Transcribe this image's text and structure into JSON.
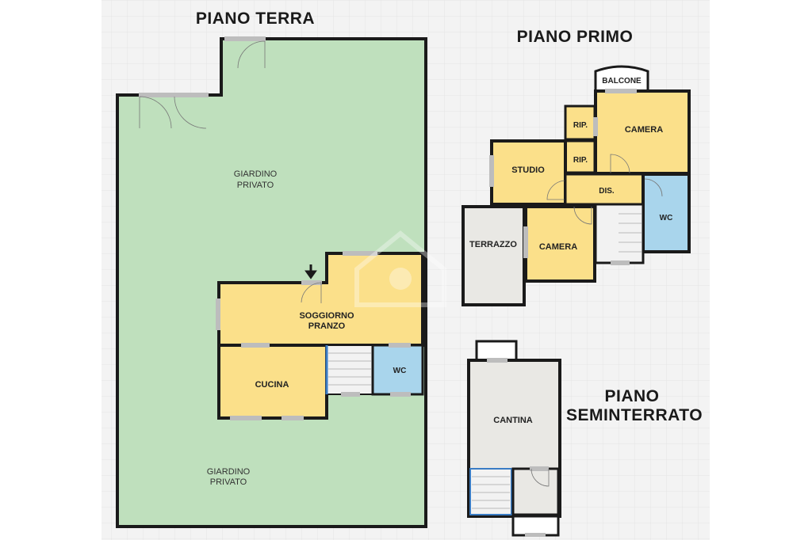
{
  "floors": {
    "ground": {
      "title": "PIANO TERRA"
    },
    "first": {
      "title": "PIANO PRIMO"
    },
    "basement": {
      "title_line1": "PIANO",
      "title_line2": "SEMINTERRATO"
    }
  },
  "rooms": {
    "ground": {
      "garden_top_line1": "GIARDINO",
      "garden_top_line2": "PRIVATO",
      "living_line1": "SOGGIORNO",
      "living_line2": "PRANZO",
      "kitchen": "CUCINA",
      "wc": "WC",
      "garden_bottom_line1": "GIARDINO",
      "garden_bottom_line2": "PRIVATO"
    },
    "first": {
      "balcony": "BALCONE",
      "storage1": "RIP.",
      "storage2": "RIP.",
      "bedroom1": "CAMERA",
      "study": "STUDIO",
      "hallway": "DIS.",
      "wc": "WC",
      "terrace": "TERRAZZO",
      "bedroom2": "CAMERA"
    },
    "basement": {
      "cellar": "CANTINA"
    }
  },
  "colors": {
    "garden": "#bfe0bd",
    "room": "#fbe08a",
    "wc": "#a9d5ec",
    "terrace": "#e9e8e4",
    "stairs": "#f2f2f2",
    "wall": "#1a1a1a",
    "window": "#bdbdbd",
    "grid_bg": "#f1f1f1"
  }
}
